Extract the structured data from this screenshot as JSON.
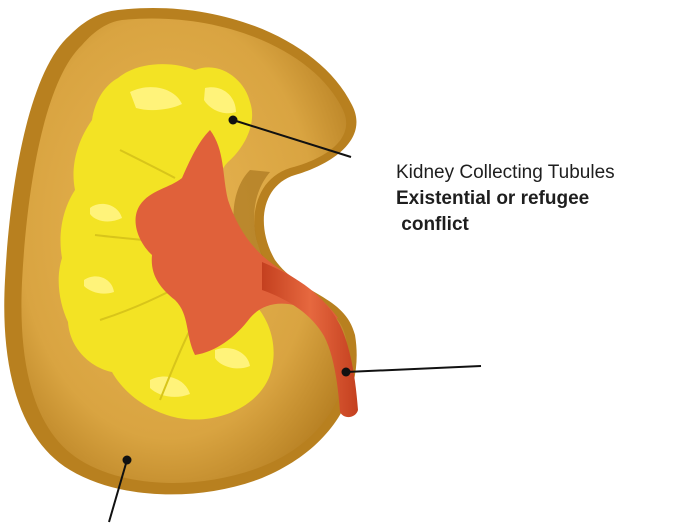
{
  "diagram": {
    "labels": {
      "collecting_tubules": {
        "title": "Kidney Collecting Tubules",
        "description_line1": "Existential or refugee",
        "description_line2": " conflict"
      }
    },
    "colors": {
      "cortex": "#d9a441",
      "cortex_dark": "#b67f22",
      "medulla": "#f3e324",
      "medulla_light": "#fff37a",
      "pelvis": "#e0613a",
      "ureter": "#d9502e",
      "leader_line": "#111111"
    }
  }
}
